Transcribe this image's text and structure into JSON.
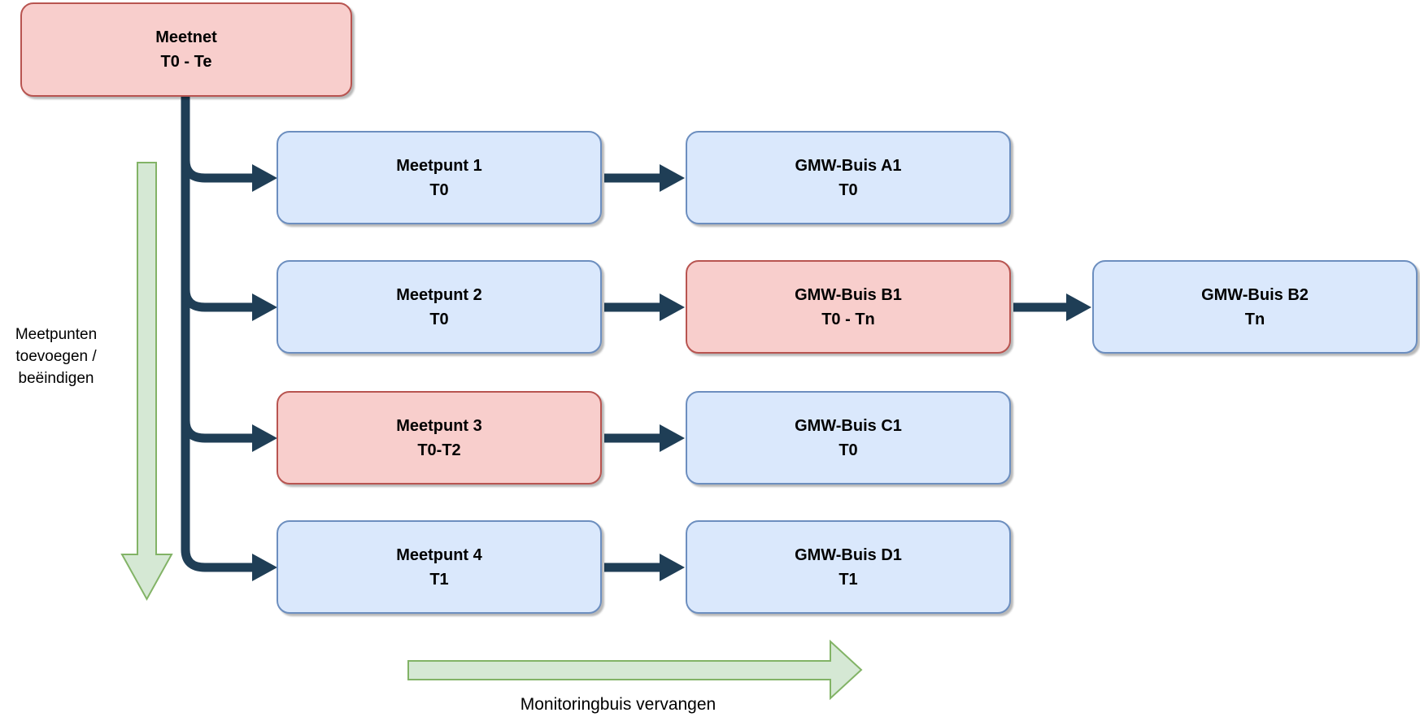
{
  "diagram": {
    "root": {
      "title": "Meetnet",
      "subtitle": "T0 - Te",
      "variant": "red"
    },
    "rows": [
      {
        "meetpunt": {
          "title": "Meetpunt 1",
          "subtitle": "T0",
          "variant": "blue"
        },
        "buizen": [
          {
            "title": "GMW-Buis A1",
            "subtitle": "T0",
            "variant": "blue"
          }
        ]
      },
      {
        "meetpunt": {
          "title": "Meetpunt 2",
          "subtitle": "T0",
          "variant": "blue"
        },
        "buizen": [
          {
            "title": "GMW-Buis B1",
            "subtitle": "T0 - Tn",
            "variant": "red"
          },
          {
            "title": "GMW-Buis B2",
            "subtitle": "Tn",
            "variant": "blue"
          }
        ]
      },
      {
        "meetpunt": {
          "title": "Meetpunt 3",
          "subtitle": "T0-T2",
          "variant": "red"
        },
        "buizen": [
          {
            "title": "GMW-Buis C1",
            "subtitle": "T0",
            "variant": "blue"
          }
        ]
      },
      {
        "meetpunt": {
          "title": "Meetpunt 4",
          "subtitle": "T1",
          "variant": "blue"
        },
        "buizen": [
          {
            "title": "GMW-Buis D1",
            "subtitle": "T1",
            "variant": "blue"
          }
        ]
      }
    ],
    "annotations": {
      "left_arrow_label_lines": [
        "Meetpunten",
        "toevoegen /",
        "beëindigen"
      ],
      "bottom_arrow_label": "Monitoringbuis vervangen"
    },
    "colors": {
      "red_fill": "#f8cecc",
      "red_stroke": "#b85450",
      "blue_fill": "#dae8fc",
      "blue_stroke": "#6c8ebf",
      "green_fill": "#d5e8d4",
      "green_stroke": "#82b366",
      "connector": "#1f3e56",
      "text": "#000000"
    }
  }
}
